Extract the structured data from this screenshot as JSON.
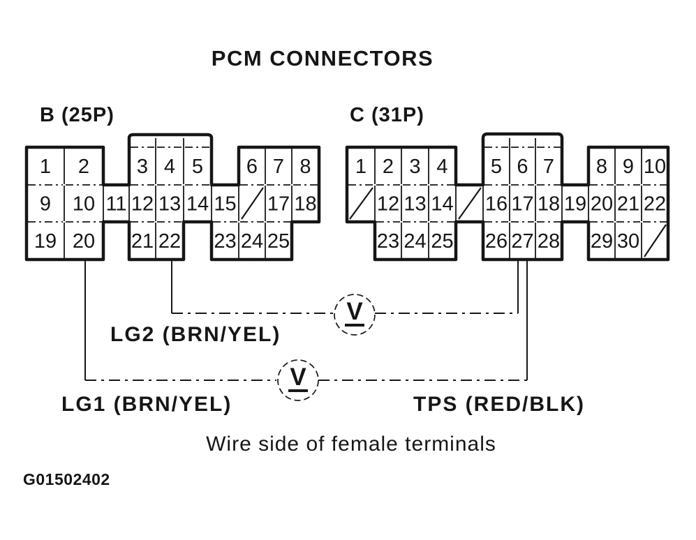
{
  "title": "PCM CONNECTORS",
  "caption": "Wire side of female terminals",
  "figure_id": "G01502402",
  "colors": {
    "ink": "#161616",
    "background": "#ffffff"
  },
  "meter_symbol": "V",
  "connectors": {
    "b": {
      "label": "B (25P)",
      "pin_count_label": "25P",
      "unused_positions": [
        "16"
      ],
      "rows": [
        [
          {
            "col": 0,
            "pin": "1"
          },
          {
            "col": 1,
            "pin": "2"
          },
          {
            "col": 3,
            "pin": "3"
          },
          {
            "col": 4,
            "pin": "4"
          },
          {
            "col": 5,
            "pin": "5"
          },
          {
            "col": 7,
            "pin": "6"
          },
          {
            "col": 8,
            "pin": "7"
          },
          {
            "col": 9,
            "pin": "8"
          }
        ],
        [
          {
            "col": 0,
            "pin": "9"
          },
          {
            "col": 1,
            "pin": "10"
          },
          {
            "col": 2,
            "pin": "11"
          },
          {
            "col": 3,
            "pin": "12"
          },
          {
            "col": 4,
            "pin": "13"
          },
          {
            "col": 5,
            "pin": "14"
          },
          {
            "col": 6,
            "pin": "15"
          },
          {
            "col": 7,
            "pin": "",
            "slash": true
          },
          {
            "col": 8,
            "pin": "17"
          },
          {
            "col": 9,
            "pin": "18"
          }
        ],
        [
          {
            "col": 0,
            "pin": "19"
          },
          {
            "col": 1,
            "pin": "20"
          },
          {
            "col": 3,
            "pin": "21"
          },
          {
            "col": 4,
            "pin": "22"
          },
          {
            "col": 6,
            "pin": "23"
          },
          {
            "col": 7,
            "pin": "24"
          },
          {
            "col": 8,
            "pin": "25"
          }
        ]
      ]
    },
    "c": {
      "label": "C (31P)",
      "pin_count_label": "31P",
      "unused_positions": [
        "11",
        "15",
        "31"
      ],
      "rows": [
        [
          {
            "col": 0,
            "pin": "1"
          },
          {
            "col": 1,
            "pin": "2"
          },
          {
            "col": 2,
            "pin": "3"
          },
          {
            "col": 3,
            "pin": "4"
          },
          {
            "col": 5,
            "pin": "5"
          },
          {
            "col": 6,
            "pin": "6"
          },
          {
            "col": 7,
            "pin": "7"
          },
          {
            "col": 9,
            "pin": "8"
          },
          {
            "col": 10,
            "pin": "9"
          },
          {
            "col": 11,
            "pin": "10"
          }
        ],
        [
          {
            "col": 0,
            "pin": "",
            "slash": true
          },
          {
            "col": 1,
            "pin": "12"
          },
          {
            "col": 2,
            "pin": "13"
          },
          {
            "col": 3,
            "pin": "14"
          },
          {
            "col": 4,
            "pin": "",
            "slash": true
          },
          {
            "col": 5,
            "pin": "16"
          },
          {
            "col": 6,
            "pin": "17"
          },
          {
            "col": 7,
            "pin": "18"
          },
          {
            "col": 8,
            "pin": "19"
          },
          {
            "col": 9,
            "pin": "20"
          },
          {
            "col": 10,
            "pin": "21"
          },
          {
            "col": 11,
            "pin": "22"
          }
        ],
        [
          {
            "col": 1,
            "pin": "23"
          },
          {
            "col": 2,
            "pin": "24"
          },
          {
            "col": 3,
            "pin": "25"
          },
          {
            "col": 5,
            "pin": "26"
          },
          {
            "col": 6,
            "pin": "27"
          },
          {
            "col": 7,
            "pin": "28"
          },
          {
            "col": 9,
            "pin": "29"
          },
          {
            "col": 10,
            "pin": "30"
          },
          {
            "col": 11,
            "pin": "",
            "slash": true
          }
        ]
      ]
    }
  },
  "wires": {
    "lg2": {
      "label": "LG2 (BRN/YEL)",
      "from_pin": "B22",
      "to_pin": "C27"
    },
    "lg1": {
      "label": "LG1 (BRN/YEL)",
      "from_pin": "B20",
      "to_pin": "C27"
    },
    "tps": {
      "label": "TPS (RED/BLK)",
      "to_pin": "C27"
    }
  }
}
